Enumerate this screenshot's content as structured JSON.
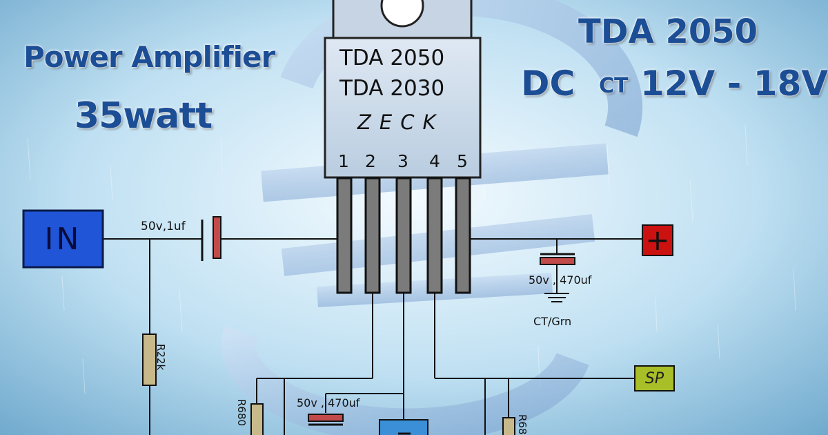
{
  "title": {
    "line1": "Power Amplifier",
    "line2": "35watt",
    "chip_line": "TDA 2050",
    "supply_prefix": "DC",
    "supply_ct": "CT",
    "supply_range": "12V - 18V"
  },
  "chip": {
    "label1": "TDA 2050",
    "label2": "TDA 2030",
    "label3": "ZECK",
    "pins": [
      "1",
      "2",
      "3",
      "4",
      "5"
    ]
  },
  "components": {
    "input": "IN",
    "input_cap": "50v,1uf",
    "supply_plus": "+",
    "supply_cap": "50v , 470uf",
    "ground_label": "CT/Grn",
    "resistor_r22k": "R22k",
    "resistor_r680_left": "R680",
    "resistor_r680_right": "R68",
    "bottom_cap": "50v , 470uf",
    "speaker": "SP"
  },
  "colors": {
    "input_box": "#1f55d6",
    "plus_box": "#cc1111",
    "speaker_box": "#a8bf28",
    "capacitor": "#c24a4a",
    "resistor": "#c8b98a",
    "title": "#1c4e96"
  }
}
